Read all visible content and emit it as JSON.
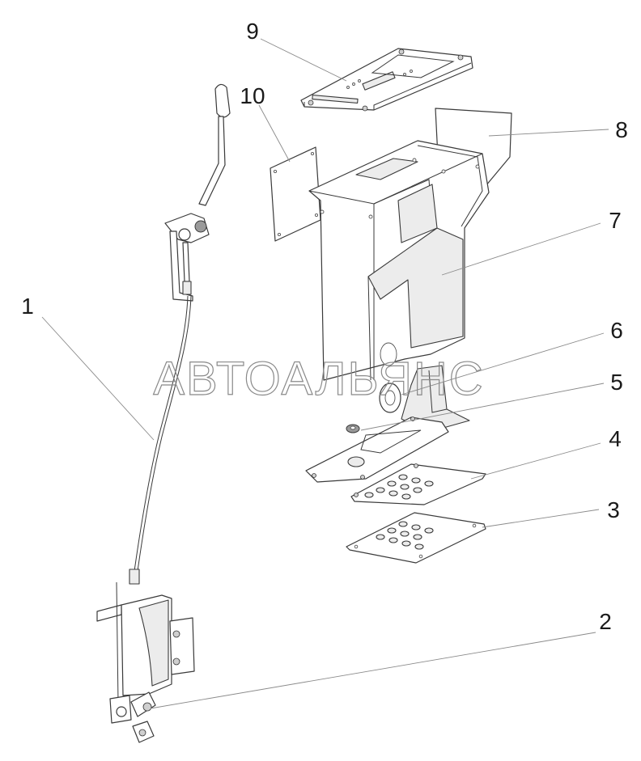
{
  "watermark": "АВТОАЛЬЯНС",
  "callouts": [
    {
      "id": "c1",
      "label": "1"
    },
    {
      "id": "c2",
      "label": "2"
    },
    {
      "id": "c3",
      "label": "3"
    },
    {
      "id": "c4",
      "label": "4"
    },
    {
      "id": "c5",
      "label": "5"
    },
    {
      "id": "c6",
      "label": "6"
    },
    {
      "id": "c7",
      "label": "7"
    },
    {
      "id": "c8",
      "label": "8"
    },
    {
      "id": "c9",
      "label": "9"
    },
    {
      "id": "c10",
      "label": "10"
    }
  ]
}
